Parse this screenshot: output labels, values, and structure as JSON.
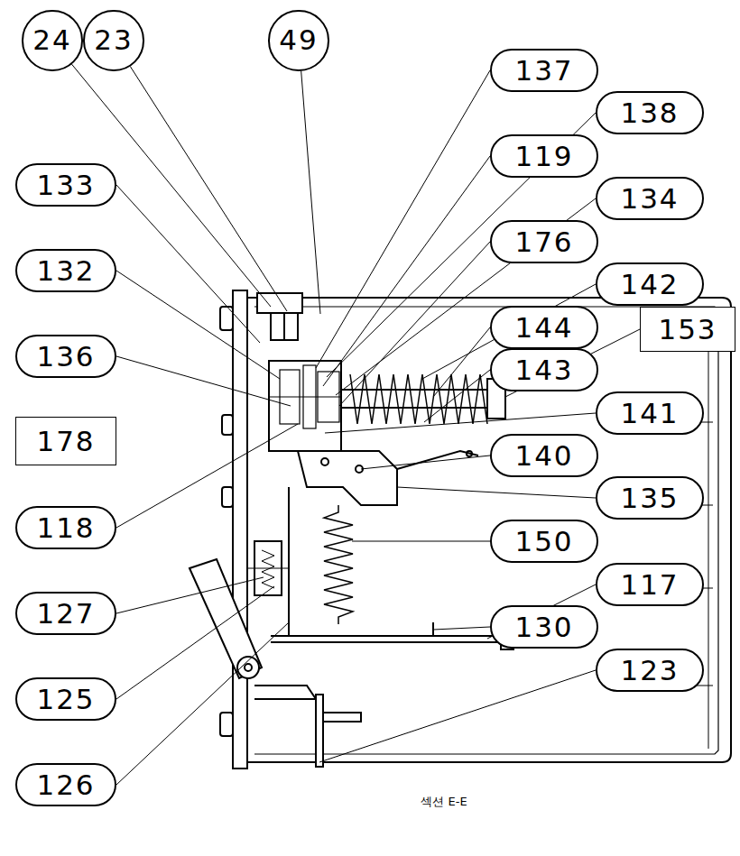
{
  "diagram": {
    "caption": "섹션 E-E",
    "nodes": [
      {
        "text": [
          "24"
        ]
      },
      {
        "text": [
          "23"
        ]
      },
      {
        "text": [
          "49"
        ]
      },
      {
        "text": [
          "137"
        ]
      },
      {
        "text": [
          "138"
        ]
      },
      {
        "text": [
          "133"
        ]
      },
      {
        "text": [
          "119"
        ]
      },
      {
        "text": [
          "134"
        ]
      },
      {
        "text": [
          "132"
        ]
      },
      {
        "text": [
          "176"
        ]
      },
      {
        "text": [
          "142"
        ]
      },
      {
        "text": [
          "136"
        ]
      },
      {
        "text": [
          "144"
        ]
      },
      {
        "text": [
          "153"
        ]
      },
      {
        "text": [
          "178"
        ]
      },
      {
        "text": [
          "143"
        ]
      },
      {
        "text": [
          "141"
        ]
      },
      {
        "text": [
          "118"
        ]
      },
      {
        "text": [
          "140"
        ]
      },
      {
        "text": [
          "135"
        ]
      },
      {
        "text": [
          "150"
        ]
      },
      {
        "text": [
          "127"
        ]
      },
      {
        "text": [
          "117"
        ]
      },
      {
        "text": [
          "130"
        ]
      },
      {
        "text": [
          "125"
        ]
      },
      {
        "text": [
          "123"
        ]
      },
      {
        "text": [
          "126"
        ]
      }
    ]
  }
}
